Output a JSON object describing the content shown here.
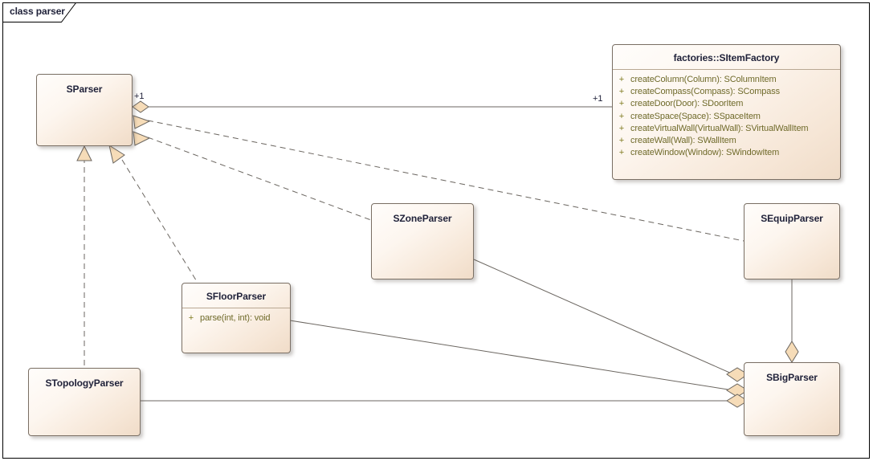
{
  "diagram": {
    "frame_label": "class parser",
    "kind": "uml-class-diagram",
    "colors": {
      "class_border": "#7a6f64",
      "class_fill_light": "#fffdfb",
      "class_fill_dark": "#f0dcc8",
      "class_name_text": "#20223a",
      "operation_text": "#6f6a2a",
      "visibility_text": "#7f7a1f",
      "connector_line": "#6b6660",
      "adornment_fill": "#f6dcb8",
      "frame_border": "#000000"
    }
  },
  "classes": [
    {
      "id": "sparser",
      "name": "SParser",
      "operations": []
    },
    {
      "id": "sitemfactory",
      "name": "factories::SItemFactory",
      "operations": [
        {
          "visibility": "+",
          "signature": "createColumn(Column): SColumnItem"
        },
        {
          "visibility": "+",
          "signature": "createCompass(Compass): SCompass"
        },
        {
          "visibility": "+",
          "signature": "createDoor(Door): SDoorItem"
        },
        {
          "visibility": "+",
          "signature": "createSpace(Space): SSpaceItem"
        },
        {
          "visibility": "+",
          "signature": "createVirtualWall(VirtualWall): SVirtualWallItem"
        },
        {
          "visibility": "+",
          "signature": "createWall(Wall): SWallItem"
        },
        {
          "visibility": "+",
          "signature": "createWindow(Window): SWindowItem"
        }
      ]
    },
    {
      "id": "szoneparser",
      "name": "SZoneParser",
      "operations": []
    },
    {
      "id": "sequipparser",
      "name": "SEquipParser",
      "operations": []
    },
    {
      "id": "sfloorparser",
      "name": "SFloorParser",
      "operations": [
        {
          "visibility": "+",
          "signature": "parse(int, int): void"
        }
      ]
    },
    {
      "id": "stopologyparser",
      "name": "STopologyParser",
      "operations": []
    },
    {
      "id": "sbigparser",
      "name": "SBigParser",
      "operations": []
    }
  ],
  "multiplicities": [
    {
      "id": "mult-source",
      "text": "+1"
    },
    {
      "id": "mult-target",
      "text": "+1"
    }
  ],
  "relationships": [
    {
      "from": "sparser",
      "to": "sitemfactory",
      "type": "aggregation",
      "source_multiplicity": "+1",
      "target_multiplicity": "+1"
    },
    {
      "from": "sequipparser",
      "to": "sparser",
      "type": "realization"
    },
    {
      "from": "szoneparser",
      "to": "sparser",
      "type": "realization"
    },
    {
      "from": "sfloorparser",
      "to": "sparser",
      "type": "realization"
    },
    {
      "from": "stopologyparser",
      "to": "sparser",
      "type": "realization"
    },
    {
      "from": "szoneparser",
      "to": "sbigparser",
      "type": "aggregation"
    },
    {
      "from": "sfloorparser",
      "to": "sbigparser",
      "type": "aggregation"
    },
    {
      "from": "stopologyparser",
      "to": "sbigparser",
      "type": "aggregation"
    },
    {
      "from": "sequipparser",
      "to": "sbigparser",
      "type": "aggregation"
    }
  ]
}
